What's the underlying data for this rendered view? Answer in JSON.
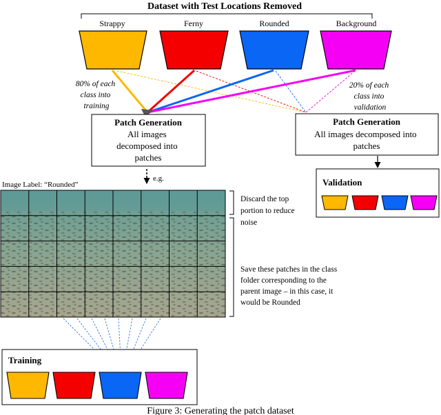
{
  "dataset": {
    "title": "Dataset with Test Locations Removed",
    "classes": [
      {
        "label": "Strappy",
        "color": "#FFB800"
      },
      {
        "label": "Ferny",
        "color": "#F40000"
      },
      {
        "label": "Rounded",
        "color": "#0A66F5"
      },
      {
        "label": "Background",
        "color": "#F500F5"
      }
    ]
  },
  "split": {
    "train_lines": [
      "80% of each",
      "class into",
      "training"
    ],
    "val_lines": [
      "20% of each",
      "class into",
      "validation"
    ]
  },
  "patch_train": {
    "title": "Patch Generation",
    "lines": [
      "All images",
      "decomposed into",
      "patches"
    ]
  },
  "patch_val": {
    "title": "Patch Generation",
    "lines": [
      "All images decomposed into",
      "patches"
    ]
  },
  "validation_box": {
    "title": "Validation"
  },
  "training_box": {
    "title": "Training"
  },
  "example": {
    "eg": "e.g.",
    "image_label": "Image Label: “Rounded”"
  },
  "notes": {
    "discard": [
      "Discard the top",
      "portion to reduce",
      "noise"
    ],
    "save": [
      "Save these patches in the class",
      "folder corresponding to the",
      "parent image – in this case, it",
      "would be Rounded"
    ]
  },
  "caption": "Figure 3: Generating the patch dataset"
}
